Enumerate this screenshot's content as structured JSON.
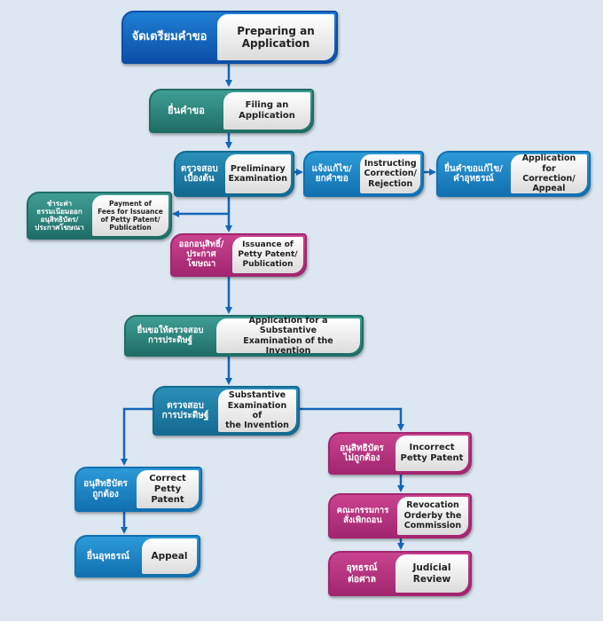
{
  "colors": {
    "blue": "#0d4fa8",
    "teal": "#1f6e66",
    "magenta": "#a22670",
    "sky": "#1270b0",
    "arrow": "#1565b8",
    "background": "#dde7f1"
  },
  "nodes": {
    "preparing": {
      "th": "จัดเตรียมคำขอ",
      "en": "Preparing an\nApplication"
    },
    "filing": {
      "th": "ยื่นคำขอ",
      "en": "Filing an\nApplication"
    },
    "preliminary": {
      "th": "ตรวจสอบ\nเบื้องต้น",
      "en": "Preliminary\nExamination"
    },
    "instructing": {
      "th": "แจ้งแก้ไข/\nยกคำขอ",
      "en": "Instructing\nCorrection/\nRejection"
    },
    "app_correction": {
      "th": "ยื่นคำขอแก้ไข/\nคำอุทธรณ์",
      "en": "Application for\nCorrection/\nAppeal"
    },
    "payment": {
      "th": "ชำระค่า\nธรรมเนียมออก\nอนุสิทธิบัตร/\nประกาศโฆษณา",
      "en": "Payment of\nFees for Issuance\nof Petty Patent/\nPublication"
    },
    "issuance": {
      "th": "ออกอนุสิทธิ์/\nประกาศ\nโฆษณา",
      "en": "Issuance of\nPetty Patent/\nPublication"
    },
    "app_substantive": {
      "th": "ยื่นขอให้ตรวจสอบ\nการประดิษฐ์",
      "en": "Application for a Substantive\nExamination of the Invention"
    },
    "substantive": {
      "th": "ตรวจสอบ\nการประดิษฐ์",
      "en": "Substantive\nExamination of\nthe Invention"
    },
    "correct": {
      "th": "อนุสิทธิบัตร\nถูกต้อง",
      "en": "Correct Petty\nPatent"
    },
    "incorrect": {
      "th": "อนุสิทธิบัตร\nไม่ถูกต้อง",
      "en": "Incorrect\nPetty Patent"
    },
    "appeal": {
      "th": "ยื่นอุทธรณ์",
      "en": "Appeal"
    },
    "revocation": {
      "th": "คณะกรรมการ\nสั่งเพิกถอน",
      "en": "Revocation\nOrderby the\nCommission"
    },
    "judicial": {
      "th": "อุทธรณ์\nต่อศาล",
      "en": "Judicial\nReview"
    }
  }
}
